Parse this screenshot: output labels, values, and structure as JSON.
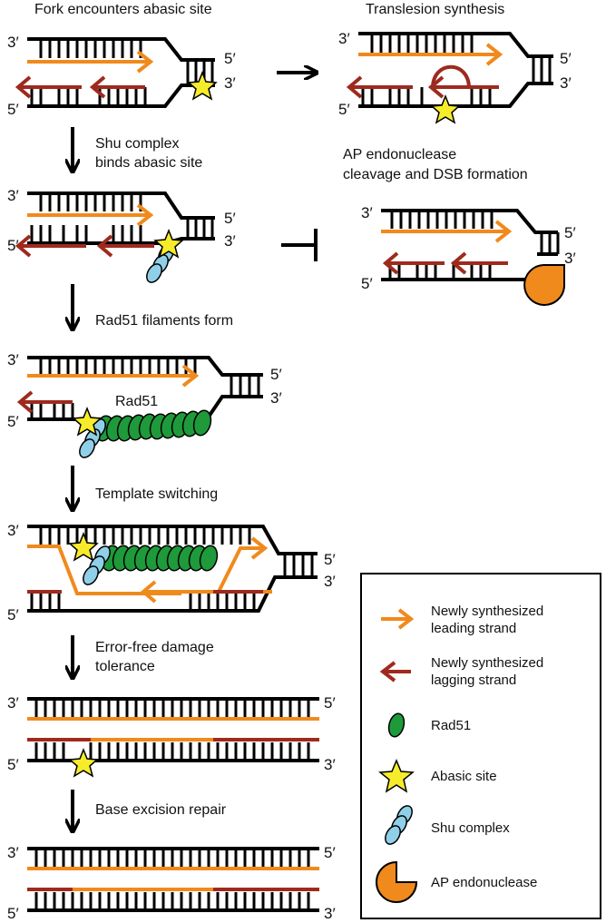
{
  "titles": {
    "fork": "Fork encounters abasic site",
    "tls": "Translesion synthesis"
  },
  "steps": {
    "shu1": "Shu complex",
    "shu2": "binds abasic site",
    "rad51": "Rad51 filaments form",
    "switch": "Template switching",
    "eft1": "Error-free damage",
    "eft2": "tolerance",
    "ber": "Base excision repair",
    "ap1": "AP endonuclease",
    "ap2": "cleavage and DSB formation",
    "rad51_label": "Rad51"
  },
  "ends": {
    "p3": "3′",
    "p5": "5′"
  },
  "legend": {
    "items": [
      {
        "icon": "orange-arrow-icon",
        "line1": "Newly synthesized",
        "line2": "leading strand"
      },
      {
        "icon": "red-arrow-icon",
        "line1": "Newly synthesized",
        "line2": "lagging strand"
      },
      {
        "icon": "green-ellipse-icon",
        "line1": "Rad51",
        "line2": ""
      },
      {
        "icon": "yellow-star-icon",
        "line1": "Abasic site",
        "line2": ""
      },
      {
        "icon": "shu-complex-icon",
        "line1": "Shu complex",
        "line2": ""
      },
      {
        "icon": "pacman-icon",
        "line1": "AP endonuclease",
        "line2": ""
      }
    ]
  },
  "colors": {
    "leading": "#f08a1c",
    "lagging": "#9e2a1e",
    "rad51": "#1e9a3a",
    "star": "#f7ec2a",
    "shu": "#8fd0e8",
    "ap": "#f08a1c"
  }
}
